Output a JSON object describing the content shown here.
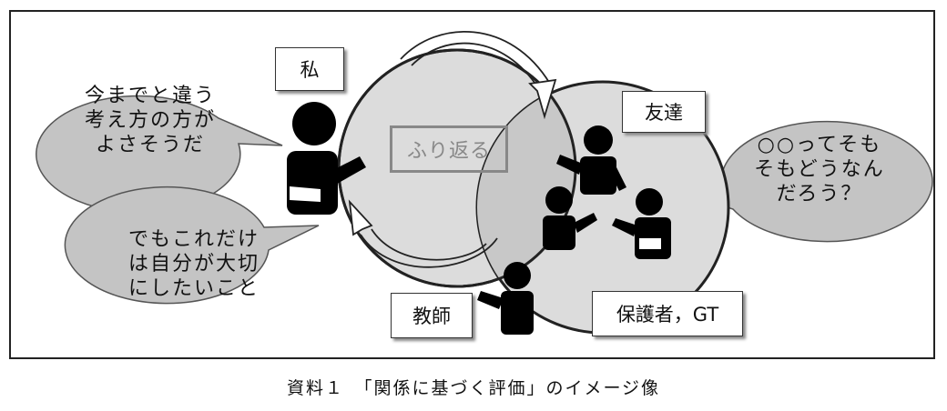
{
  "bubbles": {
    "top_left": "今までと違う\n考え方の方が\nよさそうだ",
    "bottom_left": "でもこれだけ\nは自分が大切\nにしたいこと",
    "right": "○○ってそも\nそもどうなん\nだろう？"
  },
  "labels": {
    "me": "私",
    "friends": "友達",
    "teacher": "教師",
    "guardian": "保護者，GT",
    "center": "ふり返る"
  },
  "caption": "資料１　「関係に基づく評価」のイメージ像",
  "colors": {
    "circle_fill": "#dcdcdc",
    "overlap_fill": "#c8c8c8",
    "bubble_fill": "#c4c4c4",
    "figure": "#000000"
  }
}
